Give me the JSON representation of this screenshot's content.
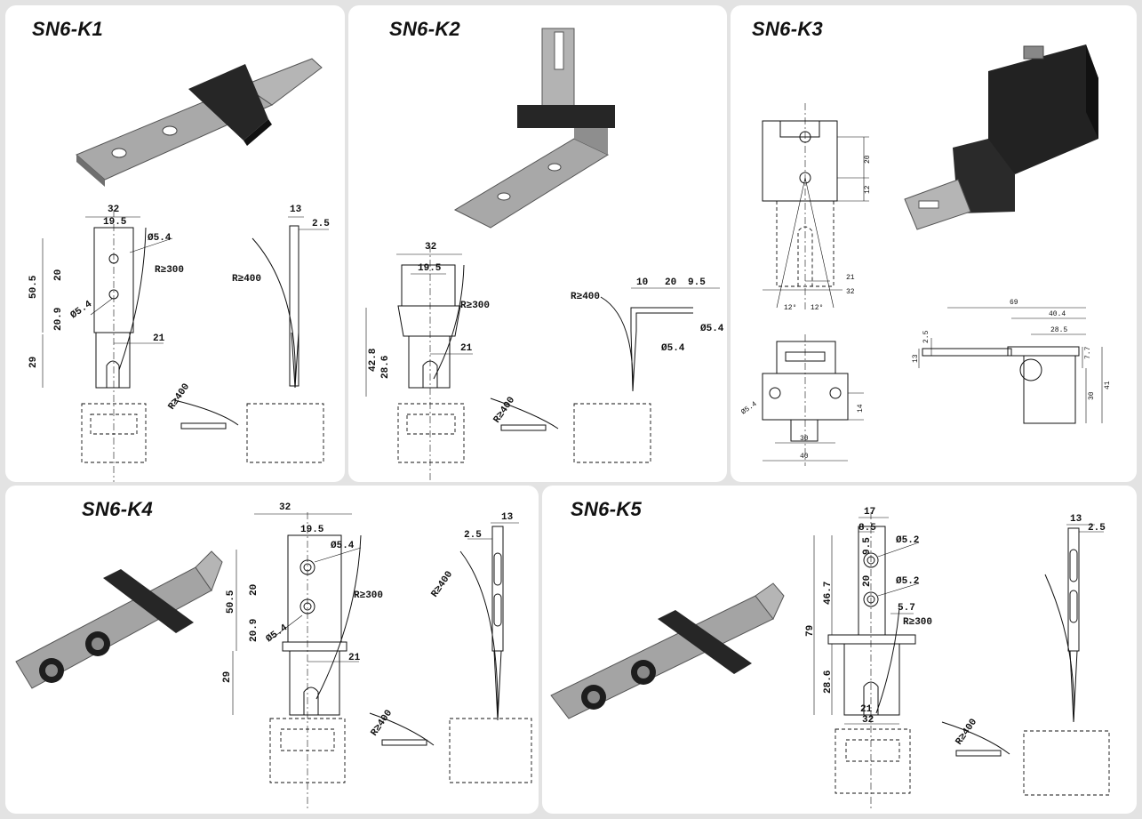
{
  "models": [
    {
      "title": "SN6-K1",
      "dims": [
        "32",
        "19.5",
        "Ø5.4",
        "R≥300",
        "R≥400",
        "50.5",
        "20",
        "Ø5.4",
        "20.9",
        "21",
        "29",
        "13",
        "2.5",
        "R≥400"
      ]
    },
    {
      "title": "SN6-K2",
      "dims": [
        "32",
        "19.5",
        "R≥300",
        "42.8",
        "28.6",
        "21",
        "R≥400",
        "10",
        "20",
        "9.5",
        "Ø5.4",
        "Ø5.4",
        "R≥400"
      ]
    },
    {
      "title": "SN6-K3",
      "dims": [
        "20",
        "12",
        "21",
        "32",
        "12°",
        "12°",
        "Ø5.4",
        "14",
        "30",
        "40",
        "69",
        "40.4",
        "28.5",
        "2.5",
        "13",
        "7.7",
        "30",
        "41"
      ]
    },
    {
      "title": "SN6-K4",
      "dims": [
        "32",
        "19.5",
        "Ø5.4",
        "R≥300",
        "50.5",
        "20",
        "20.9",
        "Ø5.4",
        "21",
        "29",
        "13",
        "2.5",
        "R≥400",
        "R≥400"
      ]
    },
    {
      "title": "SN6-K5",
      "dims": [
        "17",
        "8.5",
        "Ø5.2",
        "9.5",
        "20",
        "Ø5.2",
        "46.7",
        "5.7",
        "R≥300",
        "79",
        "28.6",
        "21",
        "32",
        "13",
        "2.5",
        "R≥400"
      ]
    }
  ]
}
